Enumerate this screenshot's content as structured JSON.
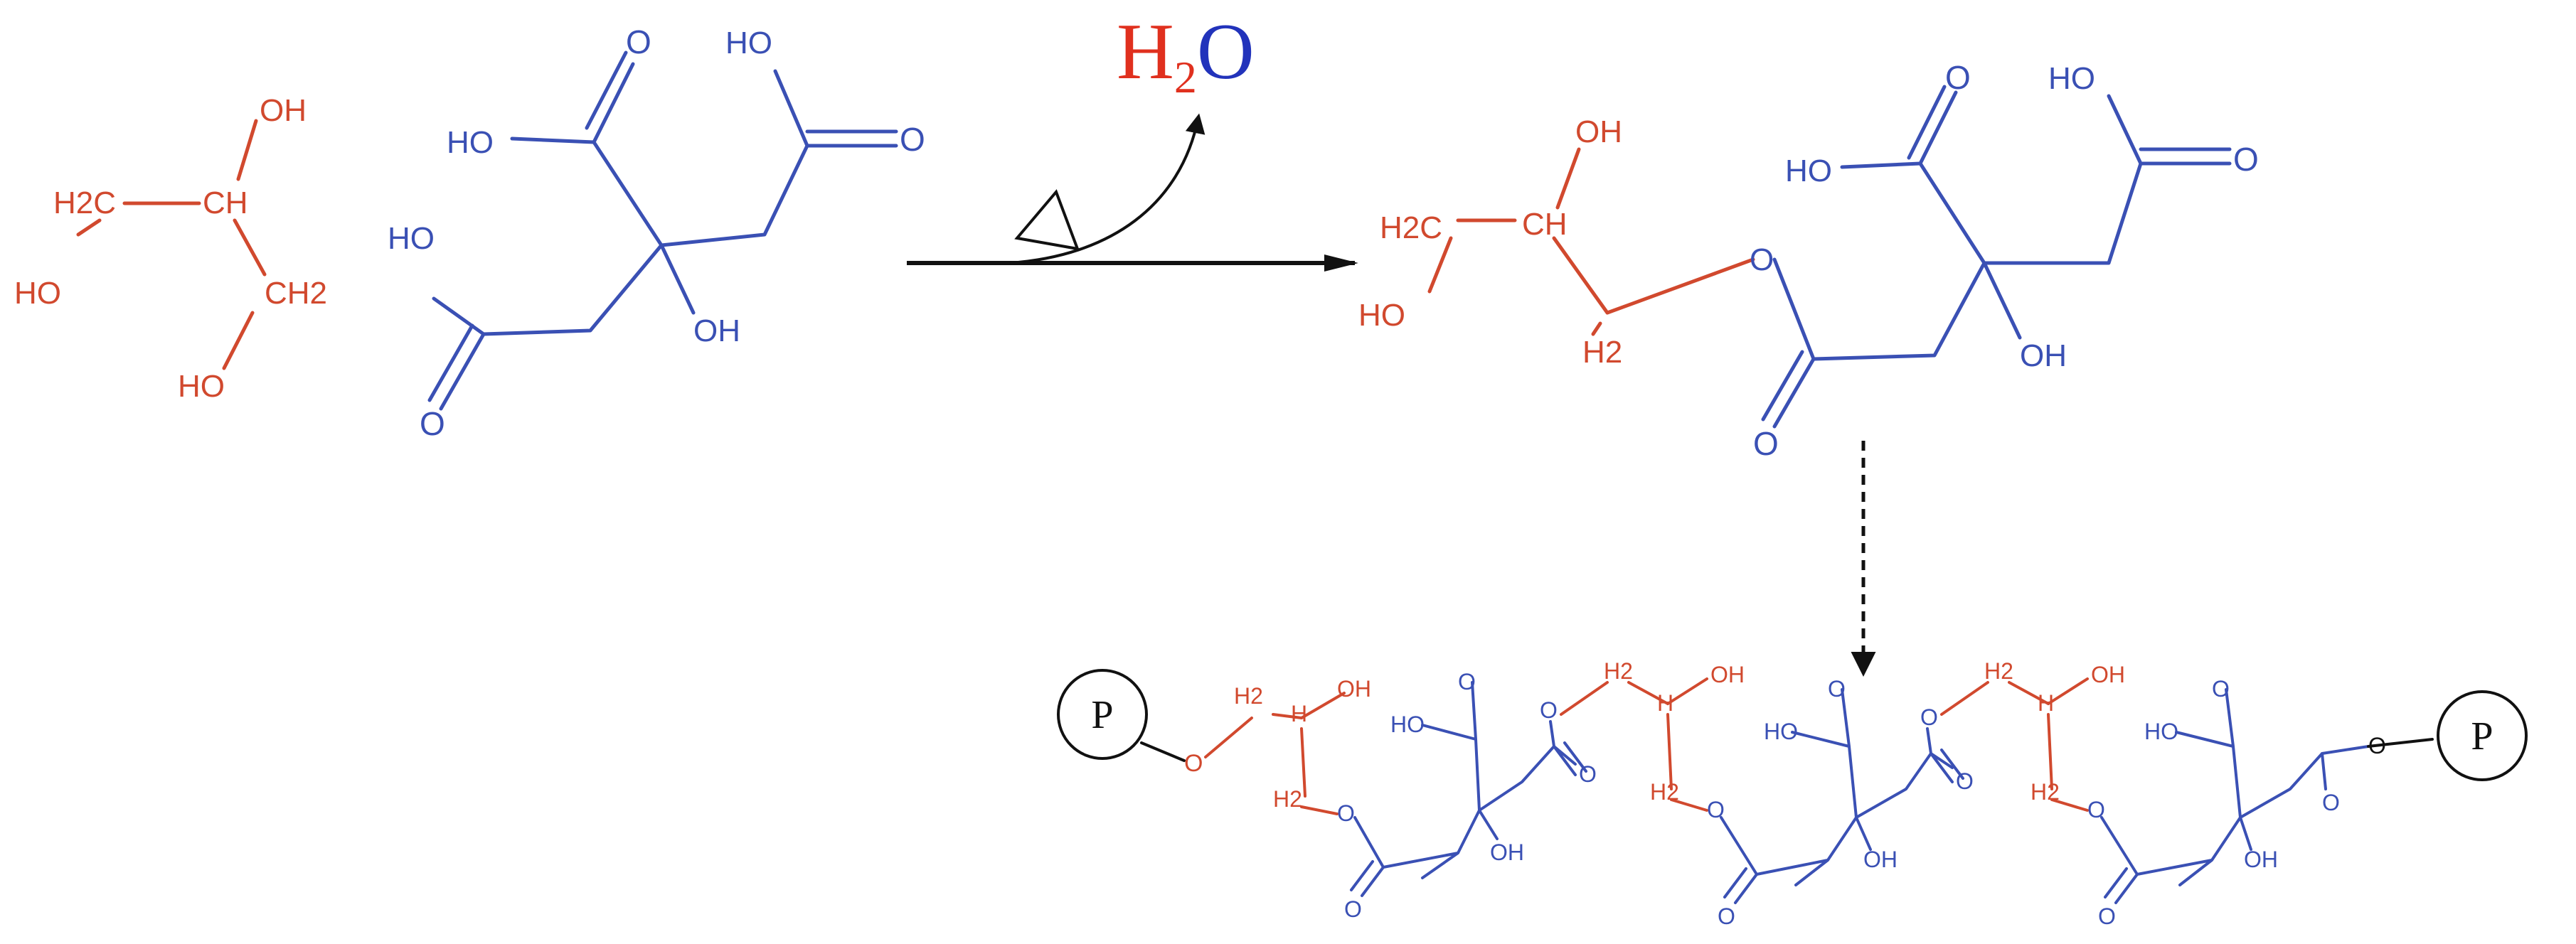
{
  "colors": {
    "glycerol": "#d1492e",
    "citric_acid": "#3a50b4",
    "water_h": "#e0301e",
    "water_o": "#2233bb",
    "arrow": "#111111"
  },
  "glycerol": {
    "oh_top": "OH",
    "h2c": "H2C",
    "ch": "CH",
    "ho_left": "HO",
    "ch2": "CH2",
    "ho_bottom": "HO"
  },
  "citric": {
    "o_top": "O",
    "ho_top": "HO",
    "ho_left": "HO",
    "o_right": "O",
    "ho_mid": "HO",
    "oh": "OH",
    "o_bottom": "O"
  },
  "byproduct": {
    "h": "H",
    "sub": "2",
    "o": "O"
  },
  "heat_symbol": "Δ",
  "ester": {
    "oh_gly": "OH",
    "h2c": "H2C",
    "ch": "CH",
    "ho": "HO",
    "h2": "H2",
    "o_link": "O",
    "o_top": "O",
    "ho_top": "HO",
    "ho_left": "HO",
    "o_right": "O",
    "oh": "OH",
    "o_bottom": "O"
  },
  "polymer": {
    "end_label": "P",
    "o": "O",
    "oh": "OH",
    "ho": "HO",
    "h2": "H2",
    "h": "H"
  }
}
